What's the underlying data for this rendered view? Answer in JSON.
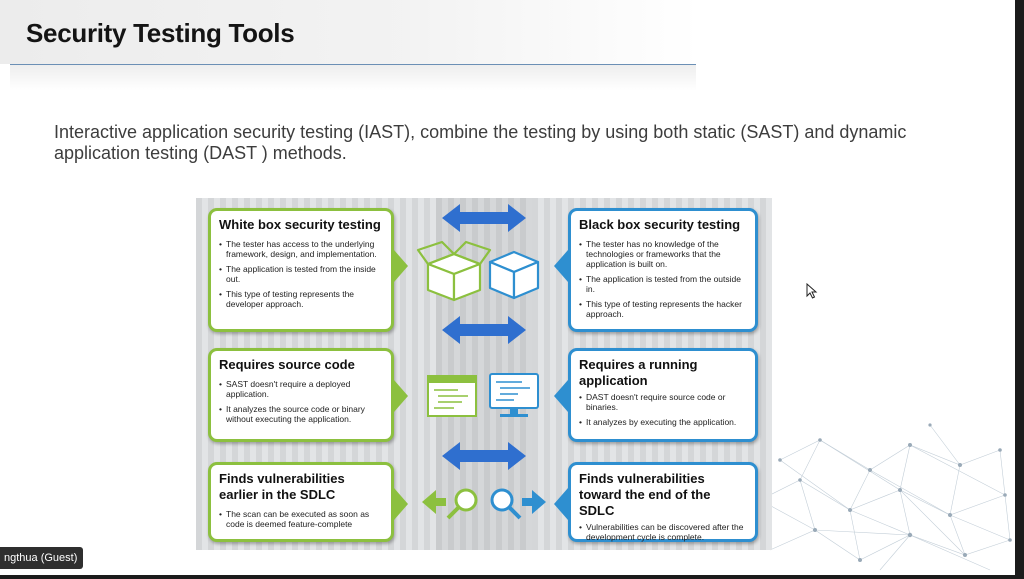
{
  "slide": {
    "title": "Security Testing Tools",
    "body": "Interactive application security testing (IAST), combine the testing by using both static (SAST) and dynamic application testing (DAST ) methods."
  },
  "participant": {
    "name_label": "ngthua (Guest)"
  },
  "infographic": {
    "left": [
      {
        "title": "White box security testing",
        "bullets": [
          "The tester has access to the underlying framework, design, and implementation.",
          "The application is tested from the inside out.",
          "This type of testing represents the developer approach."
        ]
      },
      {
        "title": "Requires source code",
        "bullets": [
          "SAST doesn't require a deployed application.",
          "It analyzes the source code or binary without executing the application."
        ]
      },
      {
        "title": "Finds vulnerabilities earlier in the SDLC",
        "bullets": [
          "The scan can be executed as soon as code is deemed feature-complete"
        ]
      }
    ],
    "right": [
      {
        "title": "Black box security testing",
        "bullets": [
          "The tester has no knowledge of the technologies or frameworks that the application is built on.",
          "The application is tested from the outside in.",
          "This type of testing represents the hacker approach."
        ]
      },
      {
        "title": "Requires a running application",
        "bullets": [
          "DAST doesn't require source code or binaries.",
          "It analyzes by executing the application."
        ]
      },
      {
        "title": "Finds vulnerabilities toward the end of the SDLC",
        "bullets": [
          "Vulnerabilities can be discovered after the development cycle is complete."
        ]
      }
    ],
    "icons": [
      "open-box-icon",
      "closed-box-icon",
      "source-code-icon",
      "monitor-icon",
      "magnifier-left-icon",
      "magnifier-right-icon",
      "double-arrow-icon"
    ],
    "colors": {
      "green": "#8cc03f",
      "blue": "#2e8fd0",
      "arrow": "#2f6fcf"
    }
  }
}
